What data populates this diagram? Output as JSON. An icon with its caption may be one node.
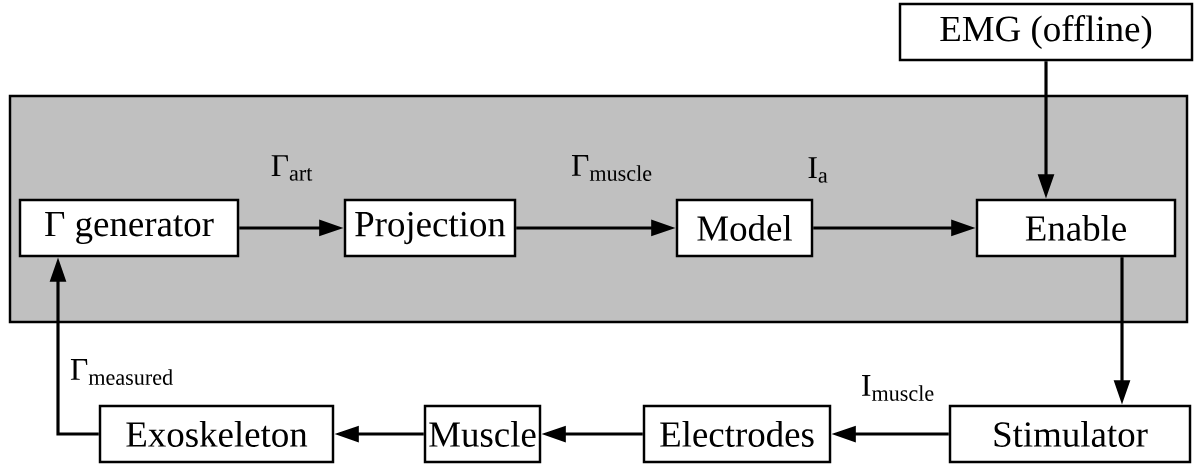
{
  "diagram": {
    "nodes": [
      {
        "text": [],
        "shape": "box"
      },
      {
        "text": [
          "Γ generator"
        ],
        "in": 0
      },
      {
        "text": [
          "Projection"
        ],
        "in": 0
      },
      {
        "text": [
          "Model"
        ],
        "in": 0
      },
      {
        "text": [
          "Enable"
        ],
        "in": 0
      },
      {
        "text": [
          "EMG (offline)"
        ]
      },
      {
        "text": [
          "Stimulator"
        ]
      },
      {
        "text": [
          "Electrodes"
        ]
      },
      {
        "text": [
          "Muscle"
        ]
      },
      {
        "text": [
          "Exoskeleton"
        ]
      }
    ],
    "edges": [
      {
        "from": 1,
        "to": 2,
        "arrow": "to",
        "label": "Γ$_{art}$"
      },
      {
        "from": 2,
        "to": 3,
        "arrow": "to",
        "label": "Γ$_{muscle}$"
      },
      {
        "from": 3,
        "to": 4,
        "arrow": "to",
        "label": "I$_{a}$"
      },
      {
        "from": 5,
        "to": 4,
        "arrow": "to"
      },
      {
        "from": 4,
        "to": 6,
        "arrow": "to"
      },
      {
        "from": 6,
        "to": 7,
        "arrow": "to",
        "label": "I$_{muscle}$"
      },
      {
        "from": 7,
        "to": 8,
        "arrow": "to"
      },
      {
        "from": 8,
        "to": 9,
        "arrow": "to"
      },
      {
        "from": 9,
        "to": 1,
        "arrow": "to",
        "label": "Γ$_{measured}$"
      }
    ]
  }
}
